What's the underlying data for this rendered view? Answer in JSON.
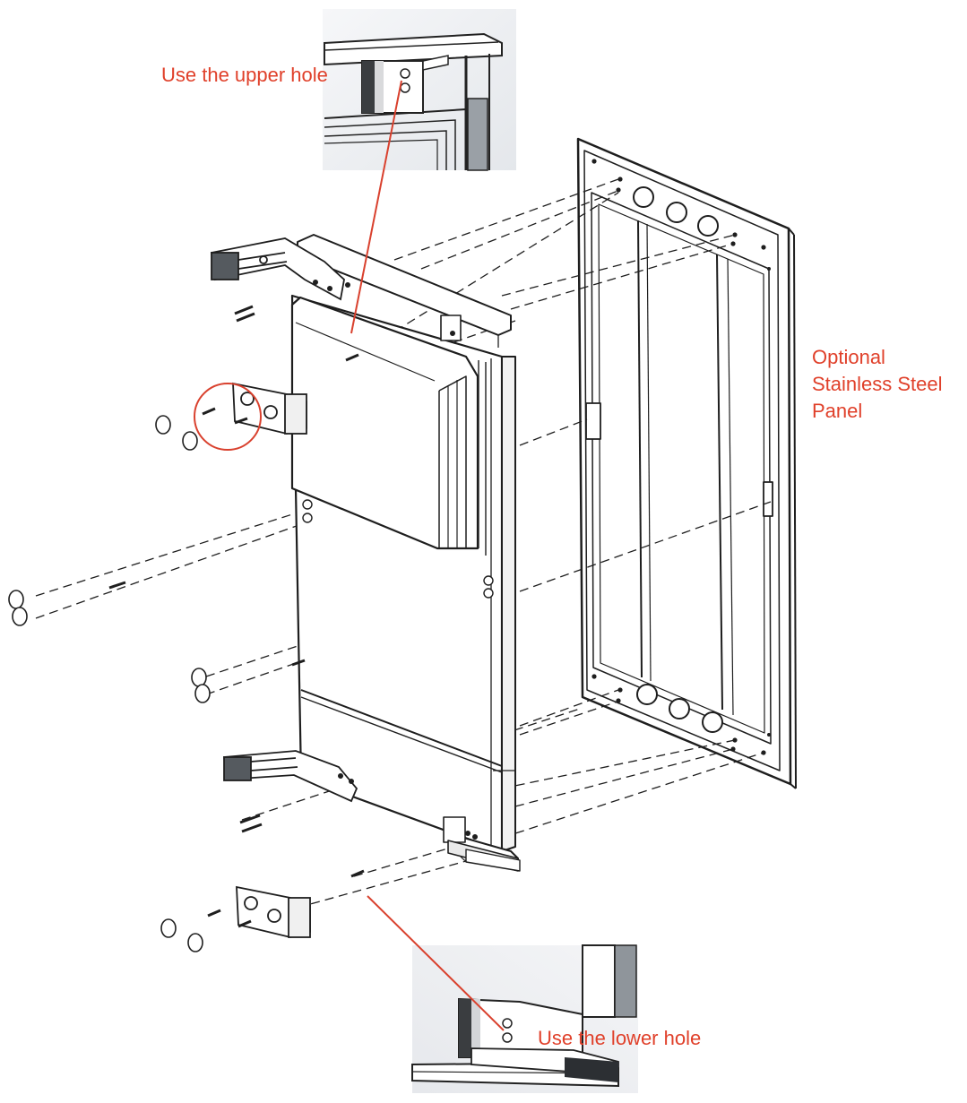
{
  "callouts": {
    "upper_hole": "Use the upper hole",
    "lower_hole": "Use the lower hole",
    "panel": [
      "Optional",
      "Stainless Steel",
      "Panel"
    ]
  },
  "colors": {
    "callout_text": "#e0402a",
    "callout_line": "#d9412e",
    "line_art": "#1e1e1e",
    "inset_bg": "#eef0f3"
  }
}
